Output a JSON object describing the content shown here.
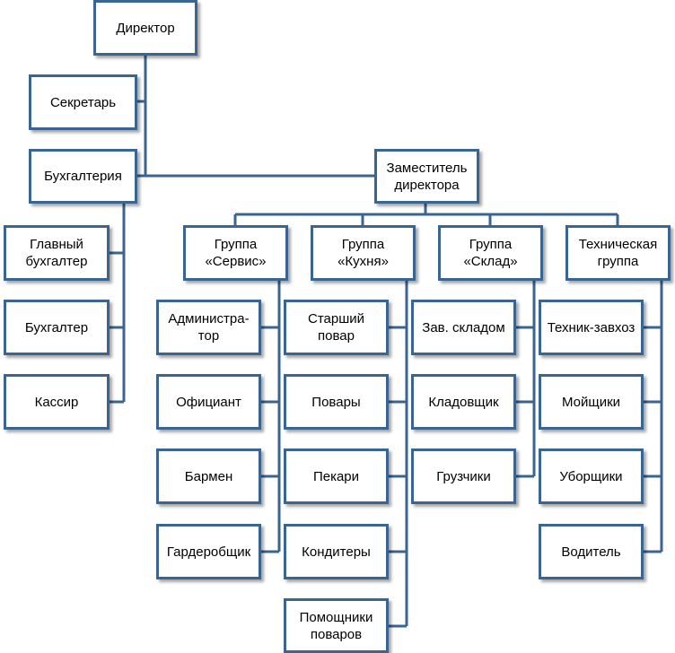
{
  "colors": {
    "line": "#3a6591",
    "box_border": "#3a6591",
    "background": "#ffffff"
  },
  "org": {
    "director": "Директор",
    "secretary": "Секретарь",
    "accounting": "Бухгалтерия",
    "deputy": "Заместитель\nдиректора",
    "chief_accountant": "Главный\nбухгалтер",
    "accountant": "Бухгалтер",
    "cashier": "Кассир",
    "groups": {
      "service": {
        "title": "Группа\n«Сервис»",
        "members": [
          "Администра-\nтор",
          "Официант",
          "Бармен",
          "Гардеробщик"
        ]
      },
      "kitchen": {
        "title": "Группа\n«Кухня»",
        "members": [
          "Старший\nповар",
          "Повары",
          "Пекари",
          "Кондитеры",
          "Помощники\nповаров"
        ]
      },
      "warehouse": {
        "title": "Группа\n«Склад»",
        "members": [
          "Зав. складом",
          "Кладовщик",
          "Грузчики"
        ]
      },
      "technical": {
        "title": "Техническая\nгруппа",
        "members": [
          "Техник-завхоз",
          "Мойщики",
          "Уборщики",
          "Водитель"
        ]
      }
    }
  }
}
